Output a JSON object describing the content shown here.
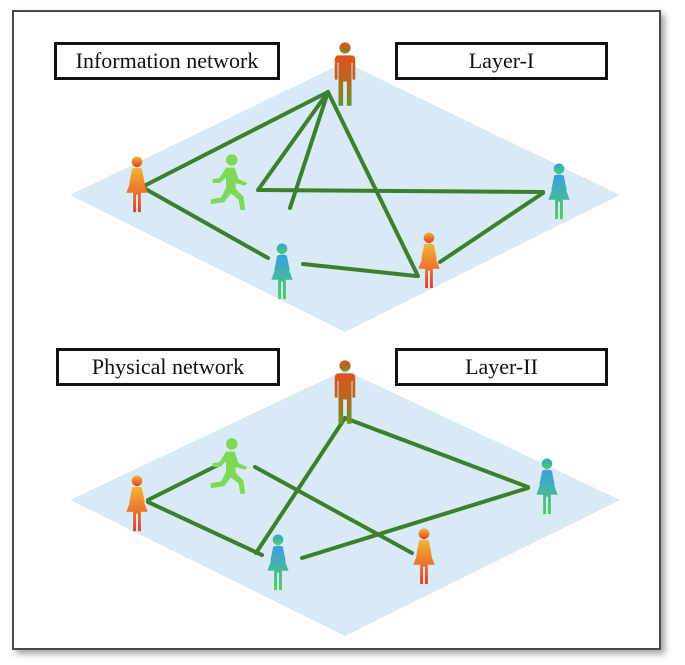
{
  "labels": {
    "info_network": "Information network",
    "layer1": "Layer-I",
    "phys_network": "Physical network",
    "layer2": "Layer-II"
  },
  "colors": {
    "plane": "#d8eaf6",
    "edge": "#3d7f2c",
    "edge_light": "#66a84a",
    "orange_top": "#f0b030",
    "orange_bottom": "#e8402a",
    "teal_top": "#3fa7e0",
    "teal_bottom": "#4cc860",
    "red_top": "#e05a1e",
    "red_bottom": "#5a9a2a",
    "runner": "#7ed957"
  },
  "icons": {
    "female": "female-person-icon",
    "male": "male-person-icon",
    "runner": "running-person-icon"
  }
}
